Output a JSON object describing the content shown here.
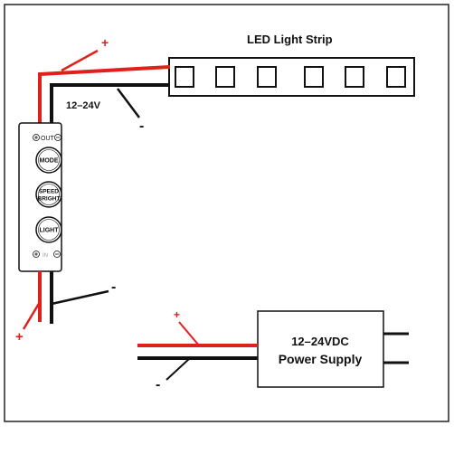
{
  "strip": {
    "title": "LED Light Strip",
    "led_count": 6
  },
  "controller": {
    "voltage_label": "12–24V",
    "out_label": "OUT",
    "in_label": "IN",
    "buttons": [
      {
        "lines": [
          "MODE"
        ]
      },
      {
        "lines": [
          "SPEED",
          "BRIGHT"
        ]
      },
      {
        "lines": [
          "LIGHT"
        ]
      }
    ]
  },
  "power_supply": {
    "line1": "12–24VDC",
    "line2": "Power Supply"
  },
  "polarity": {
    "plus": "+",
    "minus": "-"
  },
  "colors": {
    "positive_wire": "#e0201b",
    "negative_wire": "#111111",
    "outline": "#222222"
  }
}
